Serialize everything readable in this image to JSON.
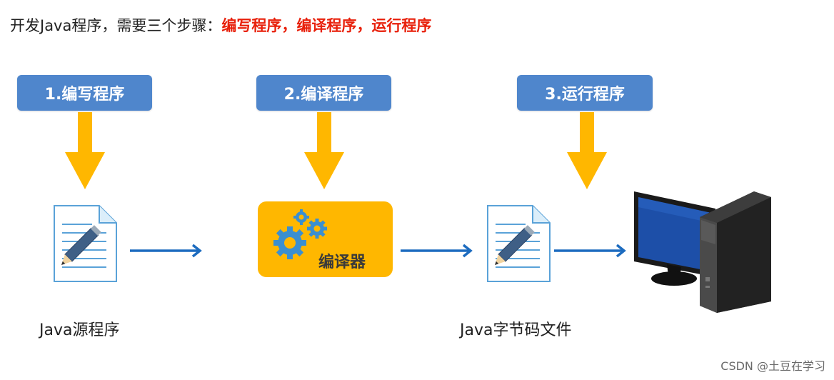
{
  "title": {
    "prefix": "开发Java程序，需要三个步骤：",
    "highlight": "编写程序，编译程序，运行程序"
  },
  "steps": [
    {
      "label": "1.编写程序"
    },
    {
      "label": "2.编译程序"
    },
    {
      "label": "3.运行程序"
    }
  ],
  "compiler": {
    "label": "编译器"
  },
  "files": {
    "source": "Java源程序",
    "bytecode": "Java字节码文件"
  },
  "colors": {
    "step_box": "#4f86cc",
    "down_arrow": "#ffb700",
    "compiler_box": "#ffb700",
    "flow_arrow": "#1c6bbf",
    "highlight": "#e8200b"
  },
  "watermark": "CSDN @土豆在学习"
}
